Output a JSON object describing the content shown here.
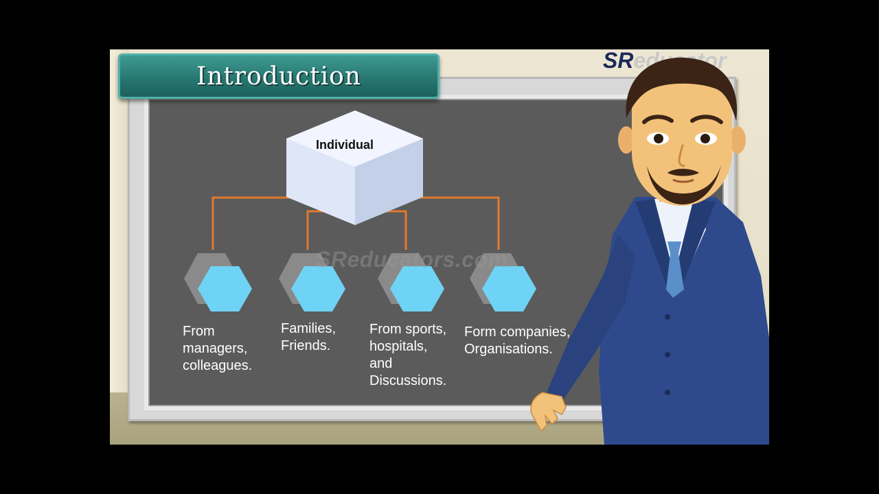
{
  "slide": {
    "title": "Introduction",
    "logo": {
      "brand_part1": "SR",
      "brand_part2": "educator"
    },
    "watermark": {
      "part1": "SR",
      "part2": "educators.com"
    }
  },
  "org_chart": {
    "root": "Individual",
    "leaves": [
      {
        "lines": [
          "From",
          "managers,",
          "colleagues."
        ]
      },
      {
        "lines": [
          "Families,",
          "Friends."
        ]
      },
      {
        "lines": [
          "From sports,",
          "hospitals,",
          "and",
          "Discussions."
        ]
      },
      {
        "lines": [
          "Form companies,",
          "Organisations."
        ]
      }
    ]
  },
  "colors": {
    "banner": "#26756f",
    "board": "#5b5b5b",
    "connector": "#e07a2e",
    "hexagon": "#6fd3f5",
    "hexagon_shadow": "#8a8a8a",
    "suit": "#2f4a8c"
  }
}
